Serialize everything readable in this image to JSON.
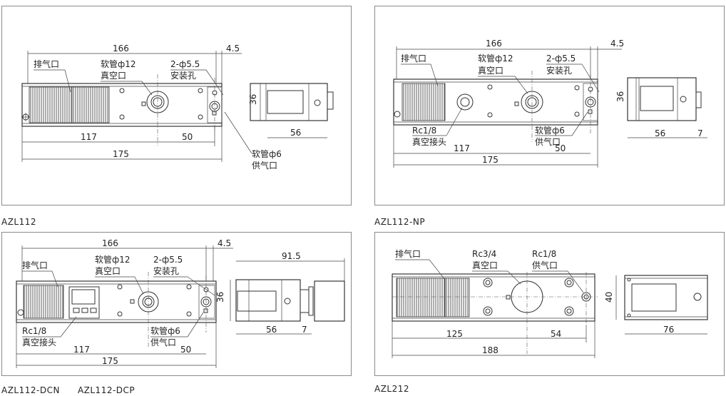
{
  "panels": [
    {
      "caption": "AZL112",
      "labels": {
        "overall_top": "166",
        "offset": "4.5",
        "exhaust": "排气口",
        "vac_hose": "软管ф12",
        "vac_port": "真空口",
        "holes": "2-ф5.5",
        "mount": "安装孔",
        "height": "36",
        "depth": "56",
        "left_len": "117",
        "right_len": "50",
        "overall_bottom": "175",
        "supply_hose": "软管ф6",
        "supply_port": "供气口"
      }
    },
    {
      "caption": "AZL112-NP",
      "labels": {
        "overall_top": "166",
        "offset": "4.5",
        "exhaust": "排气口",
        "vac_hose": "软管ф12",
        "vac_port": "真空口",
        "holes": "2-ф5.5",
        "mount": "安装孔",
        "height": "36",
        "depth": "56",
        "depth_ext": "7",
        "fitting": "Rc1/8",
        "fitting_name": "真空接头",
        "left_len": "117",
        "right_len": "50",
        "overall_bottom": "175",
        "supply_hose": "软管ф6",
        "supply_port": "供气口"
      }
    },
    {
      "caption": "AZL112-DCN　　AZL112-DCP",
      "labels": {
        "overall_top": "166",
        "offset": "4.5",
        "exhaust": "排气口",
        "vac_hose": "软管ф12",
        "vac_port": "真空口",
        "holes": "2-ф5.5",
        "mount": "安装孔",
        "height": "36",
        "side_len": "91.5",
        "depth": "56",
        "depth_ext": "7",
        "fitting": "Rc1/8",
        "fitting_name": "真空接头",
        "left_len": "117",
        "right_len": "50",
        "overall_bottom": "175",
        "supply_hose": "软管ф6",
        "supply_port": "供气口"
      }
    },
    {
      "caption": "AZL212",
      "labels": {
        "exhaust": "排气口",
        "vac_thread": "Rc3/4",
        "vac_port": "真空口",
        "supply_thread": "Rc1/8",
        "supply_port": "供气口",
        "height": "40",
        "depth": "76",
        "left_len": "125",
        "right_len": "54",
        "overall_bottom": "188"
      }
    }
  ]
}
